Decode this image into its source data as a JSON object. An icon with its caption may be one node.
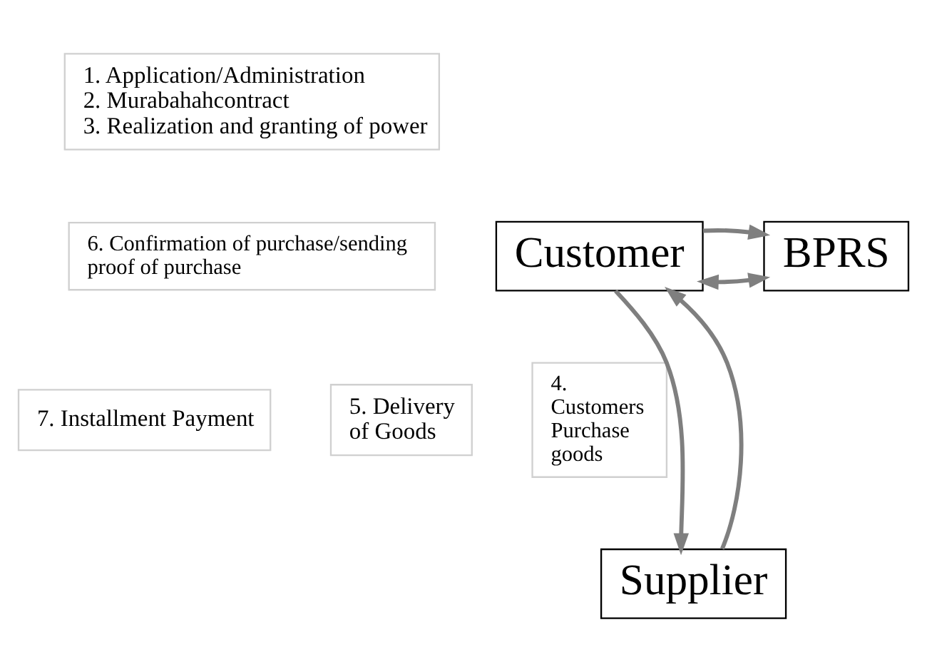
{
  "diagram": {
    "nodes": [
      {
        "text": [
          "1. Application/Administration",
          "2. Murabahahcontract",
          "3. Realization and granting of power"
        ]
      },
      {
        "text": [
          "BPRS"
        ]
      },
      {
        "text": [
          "6. Confirmation of purchase/sending proof of purchase"
        ]
      },
      {
        "text": [
          "Customer"
        ]
      },
      {
        "text": [
          "7. Installment Payment"
        ]
      },
      {
        "text": [
          "5. Delivery of Goods"
        ]
      },
      {
        "text": [
          "4. Customers Purchase goods"
        ]
      },
      {
        "text": [
          "Supplier"
        ]
      }
    ],
    "edges": [
      {
        "from": 1,
        "to": 3,
        "arrow": "both"
      },
      {
        "from": 3,
        "to": 1,
        "arrow": "to"
      },
      {
        "from": 7,
        "to": 3,
        "arrow": "to"
      },
      {
        "from": 3,
        "to": 7,
        "arrow": "to"
      }
    ]
  }
}
